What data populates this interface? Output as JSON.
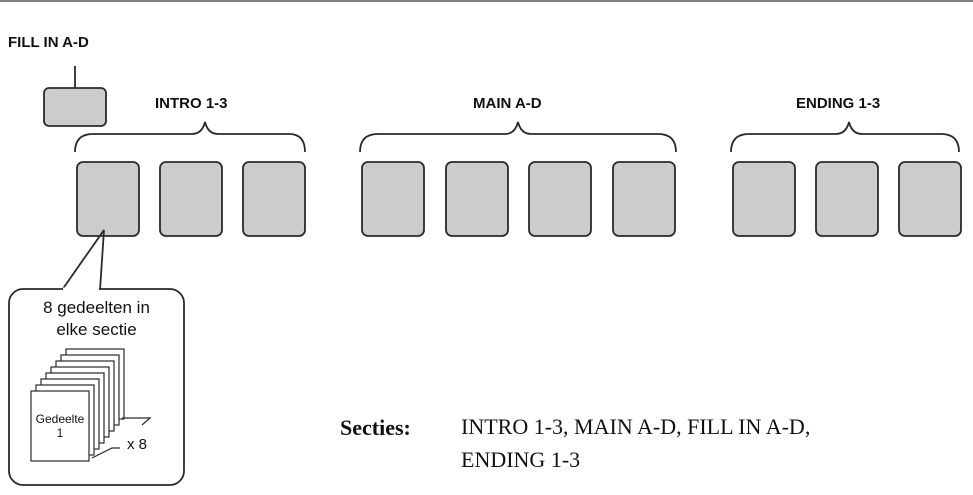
{
  "labels": {
    "fill_in": "FILL IN A-D",
    "intro": "INTRO 1-3",
    "main": "MAIN A-D",
    "ending": "ENDING 1-3"
  },
  "callout": {
    "line1": "8 gedeelten in",
    "line2": "elke sectie",
    "card_line1": "Gedeelte",
    "card_line2": "1",
    "multiplier": "x 8"
  },
  "caption": {
    "label": "Secties:",
    "line1": "INTRO 1-3, MAIN A-D, FILL IN A-D,",
    "line2": "ENDING 1-3"
  },
  "colors": {
    "pad_fill": "#cccccc",
    "stroke": "#2a2a2a",
    "background": "#ffffff"
  }
}
